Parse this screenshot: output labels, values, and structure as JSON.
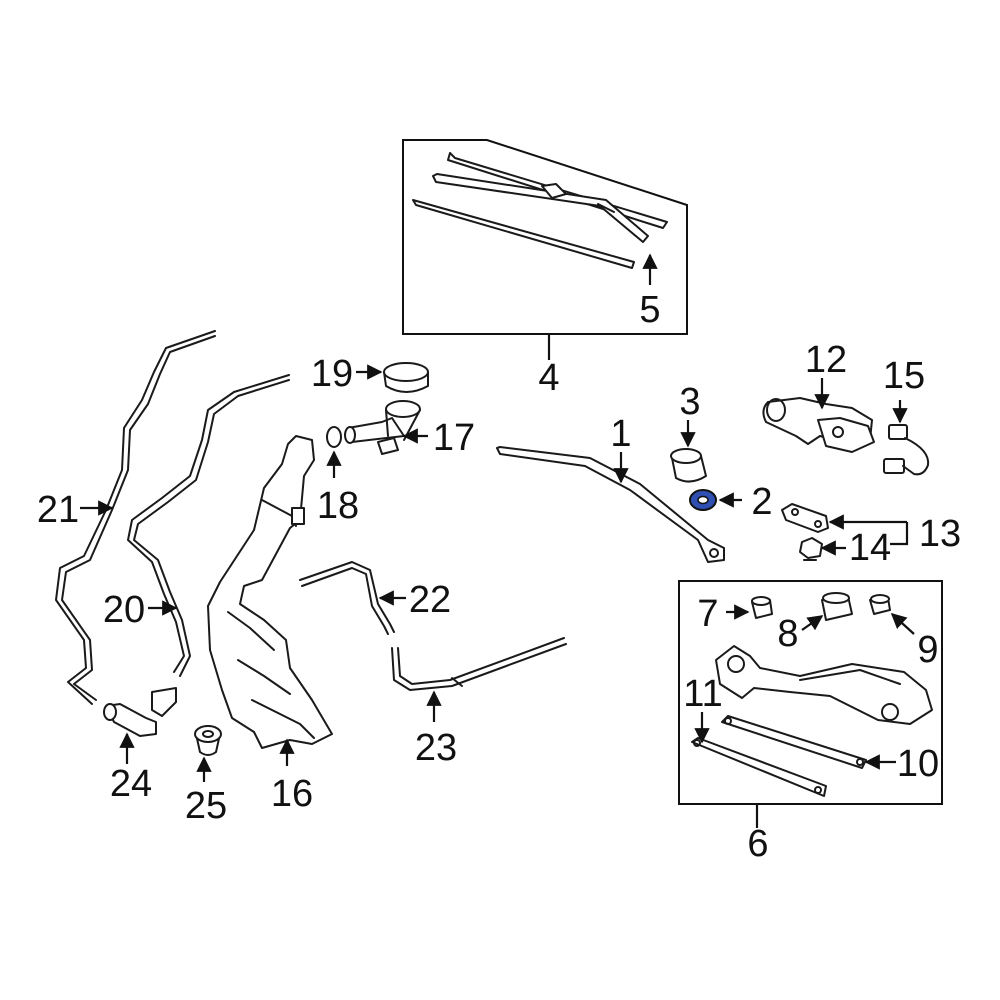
{
  "colors": {
    "line": "#1a1a1a",
    "highlight": "#2f4fb3",
    "background": "#ffffff"
  },
  "callouts": {
    "c1": "1",
    "c2": "2",
    "c3": "3",
    "c4": "4",
    "c5": "5",
    "c6": "6",
    "c7": "7",
    "c8": "8",
    "c9": "9",
    "c10": "10",
    "c11": "11",
    "c12": "12",
    "c13": "13",
    "c14": "14",
    "c15": "15",
    "c16": "16",
    "c17": "17",
    "c18": "18",
    "c19": "19",
    "c20": "20",
    "c21": "21",
    "c22": "22",
    "c23": "23",
    "c24": "24",
    "c25": "25"
  },
  "highlighted_part": "2"
}
